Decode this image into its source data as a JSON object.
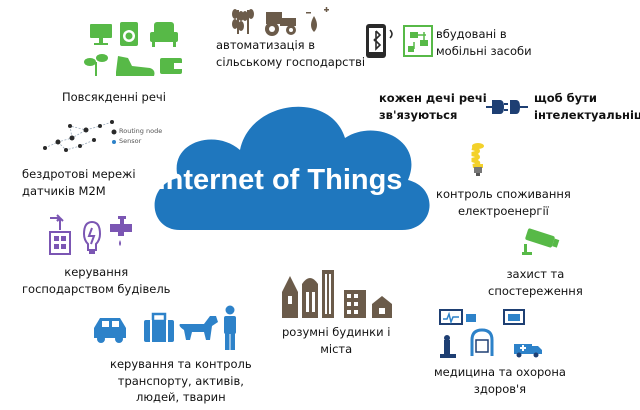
{
  "center": {
    "title": "Internet of Things"
  },
  "topics": {
    "everyday": {
      "label": "Повсякденні речі"
    },
    "agriculture": {
      "label_line1": "автоматизація в",
      "label_line2": "сільському господарстві"
    },
    "mobile": {
      "label_line1": "вбудовані в",
      "label_line2": "мобільні засоби"
    },
    "connected": {
      "label_line1": "кожен дечі речі",
      "label_line2": "зв'язуються"
    },
    "intelligent": {
      "label_line1": "щоб бути",
      "label_line2": "інтелектуальніше"
    },
    "sensors": {
      "label_line1": "бездротові мережі",
      "label_line2": "датчиків M2M",
      "legend_routing": "Routing node",
      "legend_sensor": "Sensor"
    },
    "energy": {
      "label_line1": "контроль споживання",
      "label_line2": "електроенергії"
    },
    "buildings": {
      "label_line1": "керування",
      "label_line2": "господарством будівель"
    },
    "security": {
      "label_line1": "захист  та",
      "label_line2": "спостереження"
    },
    "city": {
      "label_line1": "розумні будинки і",
      "label_line2": "міста"
    },
    "transport": {
      "label_line1": "керування та контроль",
      "label_line2": "транспорту, активів,",
      "label_line3": "людей, тварин"
    },
    "health": {
      "label_line1": "медицина та охорона",
      "label_line2": "здоров'я"
    }
  },
  "colors": {
    "cloud": "#1f77be",
    "green": "#57b947",
    "brown": "#6b5b4a",
    "purple": "#7b56b3",
    "blue": "#2d82c9",
    "navy": "#1e3f73",
    "yellow": "#f3d12a",
    "dark": "#2a2a2a"
  },
  "icons": [
    "monitor-icon",
    "washer-icon",
    "armchair-icon",
    "plant-icon",
    "sneaker-icon",
    "wallet-icon",
    "wheat-icon",
    "tractor-icon",
    "drop-icon",
    "smartphone-icon",
    "circuit-board-icon",
    "plug-icon",
    "sensor-network-icon",
    "lightbulb-icon",
    "building-icon",
    "bulb-icon",
    "faucet-icon",
    "cctv-camera-icon",
    "city-skyline-icon",
    "car-icon",
    "suitcase-icon",
    "dog-icon",
    "person-icon",
    "medical-monitor-icon",
    "microscope-icon",
    "scanner-icon",
    "ambulance-icon"
  ]
}
